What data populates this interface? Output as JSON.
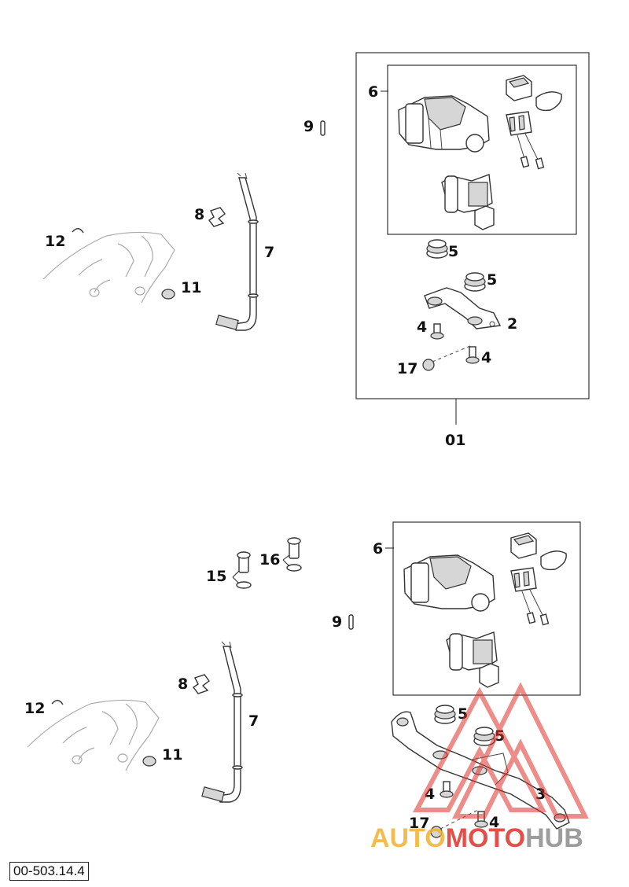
{
  "diagram": {
    "group_label": "01",
    "sheet_code": "00-503.14.4",
    "callouts_top": [
      "6",
      "9",
      "8",
      "12",
      "7",
      "11",
      "5",
      "5",
      "4",
      "2",
      "17",
      "4"
    ],
    "callouts_bottom": [
      "6",
      "16",
      "15",
      "9",
      "8",
      "7",
      "12",
      "11",
      "5",
      "5",
      "4",
      "3",
      "17",
      "4"
    ]
  },
  "watermark": {
    "part1": "AUTO",
    "part2": "MOTO",
    "part3": "HUB",
    "color_orange": "#f2b134",
    "color_red": "#e0312b",
    "color_gray": "#8c8c8c"
  }
}
